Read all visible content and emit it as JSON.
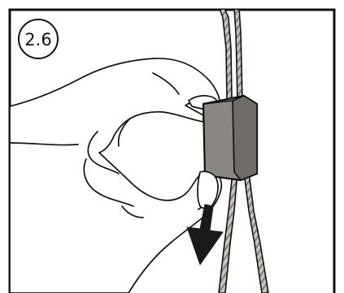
{
  "step": {
    "label": "2.6"
  },
  "colors": {
    "outline": "#111111",
    "stopper_fill": "#8a8782",
    "stopper_shade": "#6f6c68",
    "cord_fill": "#bdbab4",
    "arrow_fill": "#1a1a1a",
    "background": "#ffffff"
  },
  "icons": {
    "step_badge": "circled-number",
    "direction": "down-arrow",
    "part": "cord-lock-stopper"
  }
}
